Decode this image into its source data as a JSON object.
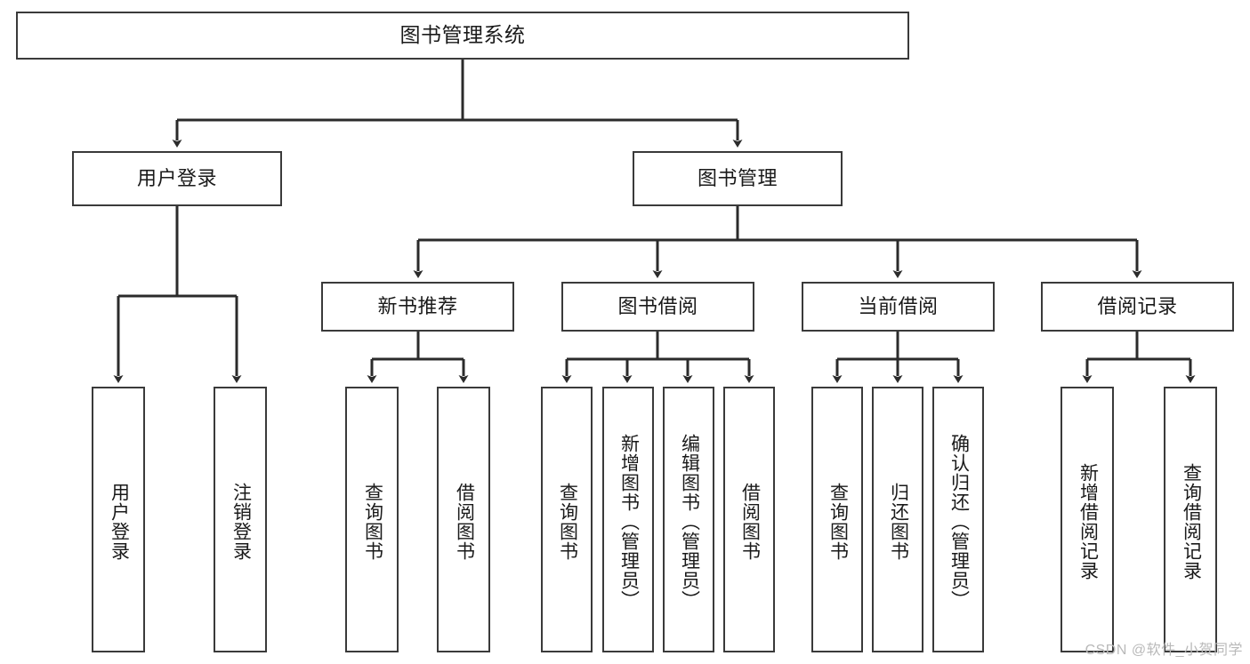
{
  "diagram": {
    "title": "图书管理系统",
    "type": "hierarchy-tree",
    "watermark": "CSDN @软件_小贺同学",
    "colors": {
      "box_border": "#3a3a3a",
      "box_fill": "#ffffff",
      "connector": "#2b2b2b",
      "text": "#1a1a1a",
      "watermark": "#b9b9b9",
      "background": "#ffffff"
    },
    "levels": [
      {
        "level": 1,
        "nodes": [
          {
            "id": "root",
            "label": "图书管理系统",
            "orientation": "horizontal"
          }
        ]
      },
      {
        "level": 2,
        "nodes": [
          {
            "id": "user-login",
            "label": "用户登录",
            "orientation": "horizontal",
            "parent": "root"
          },
          {
            "id": "book-manage",
            "label": "图书管理",
            "orientation": "horizontal",
            "parent": "root"
          }
        ]
      },
      {
        "level": 3,
        "nodes": [
          {
            "id": "new-book-rec",
            "label": "新书推荐",
            "orientation": "horizontal",
            "parent": "book-manage"
          },
          {
            "id": "book-borrow",
            "label": "图书借阅",
            "orientation": "horizontal",
            "parent": "book-manage"
          },
          {
            "id": "current-borrow",
            "label": "当前借阅",
            "orientation": "horizontal",
            "parent": "book-manage"
          },
          {
            "id": "borrow-record",
            "label": "借阅记录",
            "orientation": "horizontal",
            "parent": "book-manage"
          }
        ]
      },
      {
        "level": 4,
        "nodes": [
          {
            "id": "leaf-user-login",
            "label": "用户登录",
            "orientation": "vertical",
            "parent": "user-login"
          },
          {
            "id": "leaf-user-logout",
            "label": "注销登录",
            "orientation": "vertical",
            "parent": "user-login"
          },
          {
            "id": "leaf-query-book-1",
            "label": "查询图书",
            "orientation": "vertical",
            "parent": "new-book-rec"
          },
          {
            "id": "leaf-borrow-book-1",
            "label": "借阅图书",
            "orientation": "vertical",
            "parent": "new-book-rec"
          },
          {
            "id": "leaf-query-book-2",
            "label": "查询图书",
            "orientation": "vertical",
            "parent": "book-borrow"
          },
          {
            "id": "leaf-add-book",
            "label": "新增图书（管理员）",
            "orientation": "vertical",
            "parent": "book-borrow"
          },
          {
            "id": "leaf-edit-book",
            "label": "编辑图书（管理员）",
            "orientation": "vertical",
            "parent": "book-borrow"
          },
          {
            "id": "leaf-borrow-book-2",
            "label": "借阅图书",
            "orientation": "vertical",
            "parent": "book-borrow"
          },
          {
            "id": "leaf-query-book-3",
            "label": "查询图书",
            "orientation": "vertical",
            "parent": "current-borrow"
          },
          {
            "id": "leaf-return-book",
            "label": "归还图书",
            "orientation": "vertical",
            "parent": "current-borrow"
          },
          {
            "id": "leaf-confirm-return",
            "label": "确认归还（管理员）",
            "orientation": "vertical",
            "parent": "current-borrow"
          },
          {
            "id": "leaf-add-record",
            "label": "新增借阅记录",
            "orientation": "vertical",
            "parent": "borrow-record"
          },
          {
            "id": "leaf-query-record",
            "label": "查询借阅记录",
            "orientation": "vertical",
            "parent": "borrow-record"
          }
        ]
      }
    ]
  }
}
